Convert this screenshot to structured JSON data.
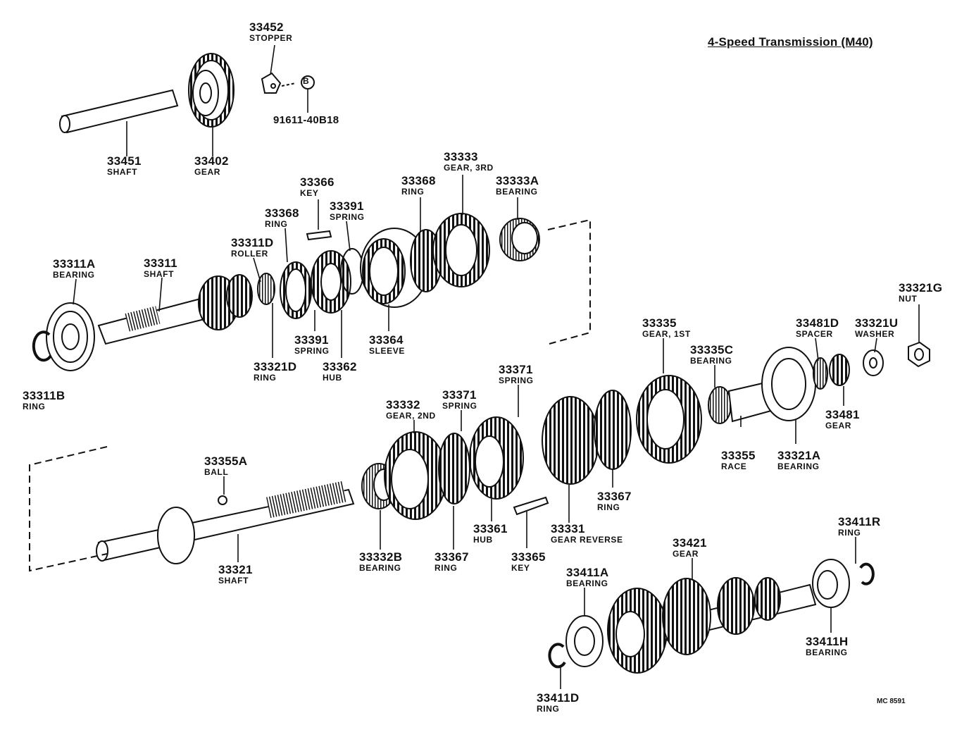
{
  "diagram_title": "4-Speed Transmission (M40)",
  "reference_code": "MC 8591",
  "bolt_symbol": "B",
  "ink_color": "#111111",
  "parts": [
    {
      "id": "p33452",
      "number": "33452",
      "name": "STOPPER"
    },
    {
      "id": "p91611",
      "number": "91611-40B18",
      "name": ""
    },
    {
      "id": "p33451",
      "number": "33451",
      "name": "SHAFT"
    },
    {
      "id": "p33402",
      "number": "33402",
      "name": "GEAR"
    },
    {
      "id": "p33366",
      "number": "33366",
      "name": "KEY"
    },
    {
      "id": "p33333",
      "number": "33333",
      "name": "GEAR, 3RD"
    },
    {
      "id": "p33368a",
      "number": "33368",
      "name": "RING"
    },
    {
      "id": "p33333A",
      "number": "33333A",
      "name": "BEARING"
    },
    {
      "id": "p33391a",
      "number": "33391",
      "name": "SPRING"
    },
    {
      "id": "p33368b",
      "number": "33368",
      "name": "RING"
    },
    {
      "id": "p33311D",
      "number": "33311D",
      "name": "ROLLER"
    },
    {
      "id": "p33311A",
      "number": "33311A",
      "name": "BEARING"
    },
    {
      "id": "p33311",
      "number": "33311",
      "name": "SHAFT"
    },
    {
      "id": "p33311B",
      "number": "33311B",
      "name": "RING"
    },
    {
      "id": "p33391b",
      "number": "33391",
      "name": "SPRING"
    },
    {
      "id": "p33364",
      "number": "33364",
      "name": "SLEEVE"
    },
    {
      "id": "p33321D",
      "number": "33321D",
      "name": "RING"
    },
    {
      "id": "p33362",
      "number": "33362",
      "name": "HUB"
    },
    {
      "id": "p33321G",
      "number": "33321G",
      "name": "NUT"
    },
    {
      "id": "p33335",
      "number": "33335",
      "name": "GEAR, 1ST"
    },
    {
      "id": "p33481D",
      "number": "33481D",
      "name": "SPACER"
    },
    {
      "id": "p33321U",
      "number": "33321U",
      "name": "WASHER"
    },
    {
      "id": "p33335C",
      "number": "33335C",
      "name": "BEARING"
    },
    {
      "id": "p33371a",
      "number": "33371",
      "name": "SPRING"
    },
    {
      "id": "p33481",
      "number": "33481",
      "name": "GEAR"
    },
    {
      "id": "p33332",
      "number": "33332",
      "name": "GEAR, 2ND"
    },
    {
      "id": "p33371b",
      "number": "33371",
      "name": "SPRING"
    },
    {
      "id": "p33355",
      "number": "33355",
      "name": "RACE"
    },
    {
      "id": "p33321A",
      "number": "33321A",
      "name": "BEARING"
    },
    {
      "id": "p33355A",
      "number": "33355A",
      "name": "BALL"
    },
    {
      "id": "p33367a",
      "number": "33367",
      "name": "RING"
    },
    {
      "id": "p33361",
      "number": "33361",
      "name": "HUB"
    },
    {
      "id": "p33331",
      "number": "33331",
      "name": "GEAR REVERSE"
    },
    {
      "id": "p33411R",
      "number": "33411R",
      "name": "RING"
    },
    {
      "id": "p33421",
      "number": "33421",
      "name": "GEAR"
    },
    {
      "id": "p33332B",
      "number": "33332B",
      "name": "BEARING"
    },
    {
      "id": "p33367b",
      "number": "33367",
      "name": "RING"
    },
    {
      "id": "p33365",
      "number": "33365",
      "name": "KEY"
    },
    {
      "id": "p33321",
      "number": "33321",
      "name": "SHAFT"
    },
    {
      "id": "p33411A",
      "number": "33411A",
      "name": "BEARING"
    },
    {
      "id": "p33411H",
      "number": "33411H",
      "name": "BEARING"
    },
    {
      "id": "p33411D",
      "number": "33411D",
      "name": "RING"
    }
  ]
}
